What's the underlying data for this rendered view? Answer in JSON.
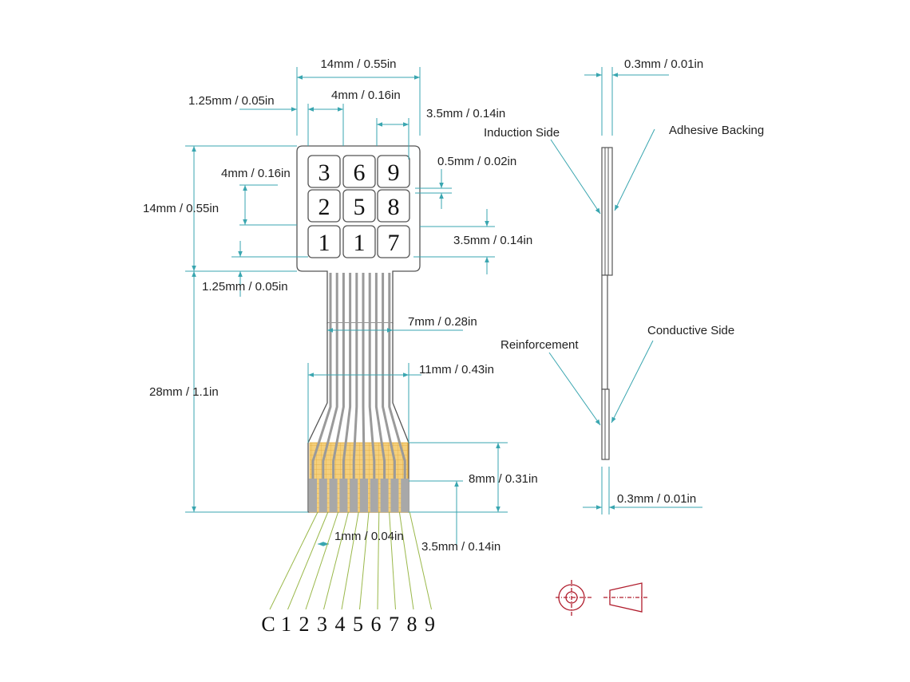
{
  "keypad": {
    "rows": [
      [
        "3",
        "6",
        "9"
      ],
      [
        "2",
        "5",
        "8"
      ],
      [
        "1",
        "1",
        "7"
      ]
    ]
  },
  "pins": [
    "C",
    "1",
    "2",
    "3",
    "4",
    "5",
    "6",
    "7",
    "8",
    "9"
  ],
  "dimensions": {
    "top_width": "14mm / 0.55in",
    "left_margin": "1.25mm / 0.05in",
    "key_width": "4mm / 0.16in",
    "key_offset": "3.5mm / 0.14in",
    "key_gap": "0.5mm / 0.02in",
    "key_height": "4mm / 0.16in",
    "pad_height": "14mm / 0.55in",
    "bottom_offset": "3.5mm / 0.14in",
    "bottom_margin": "1.25mm / 0.05in",
    "tail_width": "7mm / 0.28in",
    "total_length": "28mm / 1.1in",
    "connector_width": "11mm / 0.43in",
    "connector_length": "8mm / 0.31in",
    "pin_pitch": "1mm / 0.04in",
    "pin_length": "3.5mm / 0.14in",
    "thickness_top": "0.3mm / 0.01in",
    "thickness_bottom": "0.3mm / 0.01in"
  },
  "side_view": {
    "induction_side": "Induction Side",
    "adhesive_backing": "Adhesive Backing",
    "reinforcement": "Reinforcement",
    "conductive_side": "Conductive Side"
  },
  "colors": {
    "outline": "#555555",
    "dimension_line": "#3aa6b0",
    "pin_leader": "#9ab84a",
    "connector_pad": "#f5cf7a",
    "trace": "#9a9a9a",
    "projection_symbol": "#b01c2c"
  },
  "icons": {
    "projection": "first-angle-projection-symbol"
  }
}
